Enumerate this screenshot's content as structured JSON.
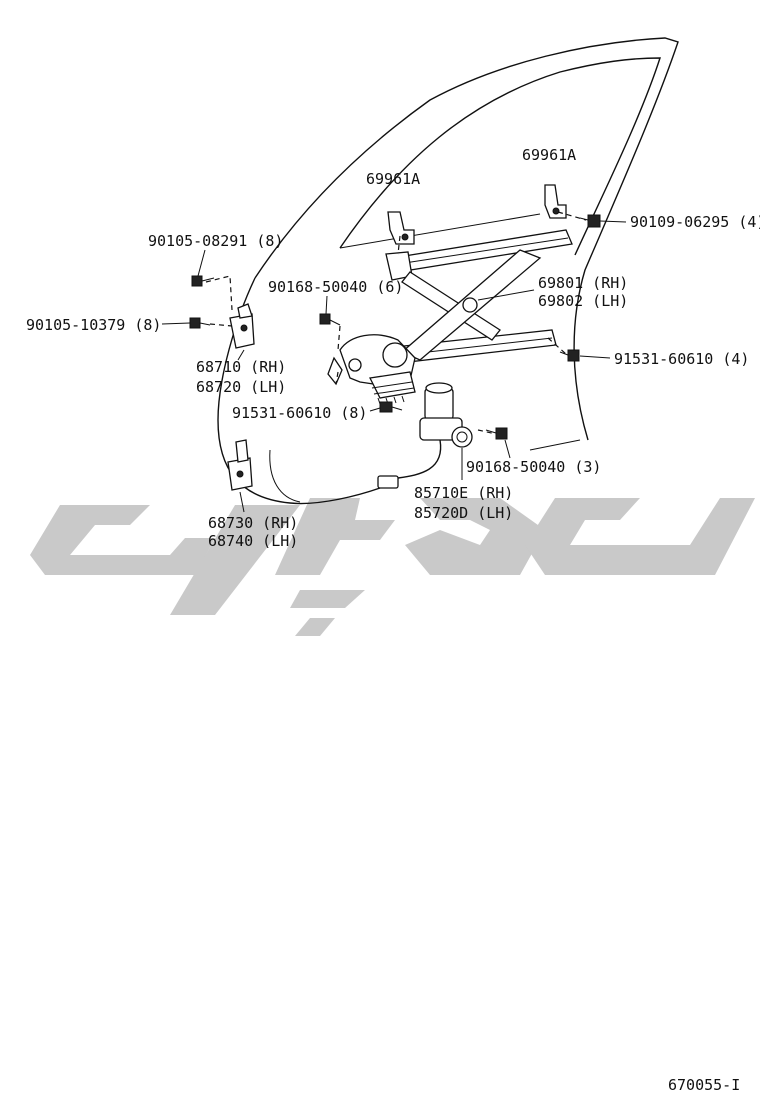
{
  "diagram_number": "670055-I",
  "labels": {
    "p69961a_left": "69961A",
    "p69961a_right": "69961A",
    "p90109": "90109-06295 (4)",
    "p90105_08291": "90105-08291 (8)",
    "p90168_top": "90168-50040 (6)",
    "p69801": "69801 (RH)",
    "p69802": "69802 (LH)",
    "p90105_10379": "90105-10379 (8)",
    "p91531_right": "91531-60610 (4)",
    "p68710": "68710 (RH)",
    "p68720": "68720 (LH)",
    "p91531_left": "91531-60610 (8)",
    "p90168_bottom": "90168-50040 (3)",
    "p85710e": "85710E (RH)",
    "p85720d": "85720D (LH)",
    "p68730": "68730 (RH)",
    "p68740": "68740 (LH)"
  }
}
